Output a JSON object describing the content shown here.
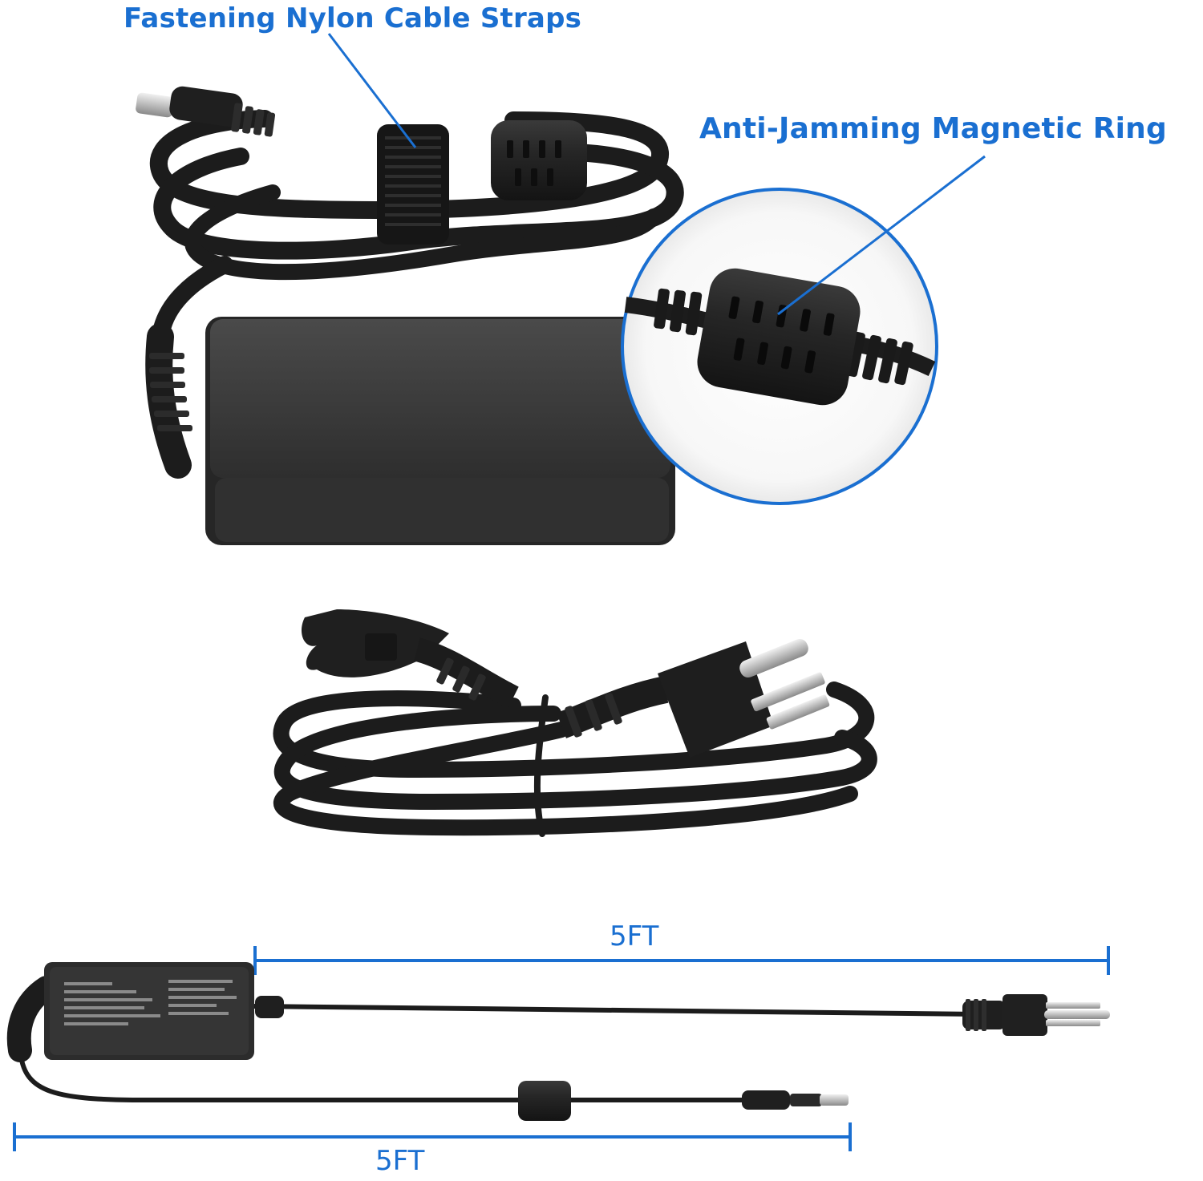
{
  "callouts": {
    "straps": "Fastening Nylon Cable Straps",
    "ring": "Anti-Jamming Magnetic Ring"
  },
  "dimensions": {
    "ac_cable_length": "5FT",
    "dc_cable_length": "5FT"
  },
  "colors": {
    "accent": "#1a6fd1",
    "cable": "#1c1c1c",
    "adapter_body": "#3a3a3a",
    "background": "#ffffff"
  }
}
